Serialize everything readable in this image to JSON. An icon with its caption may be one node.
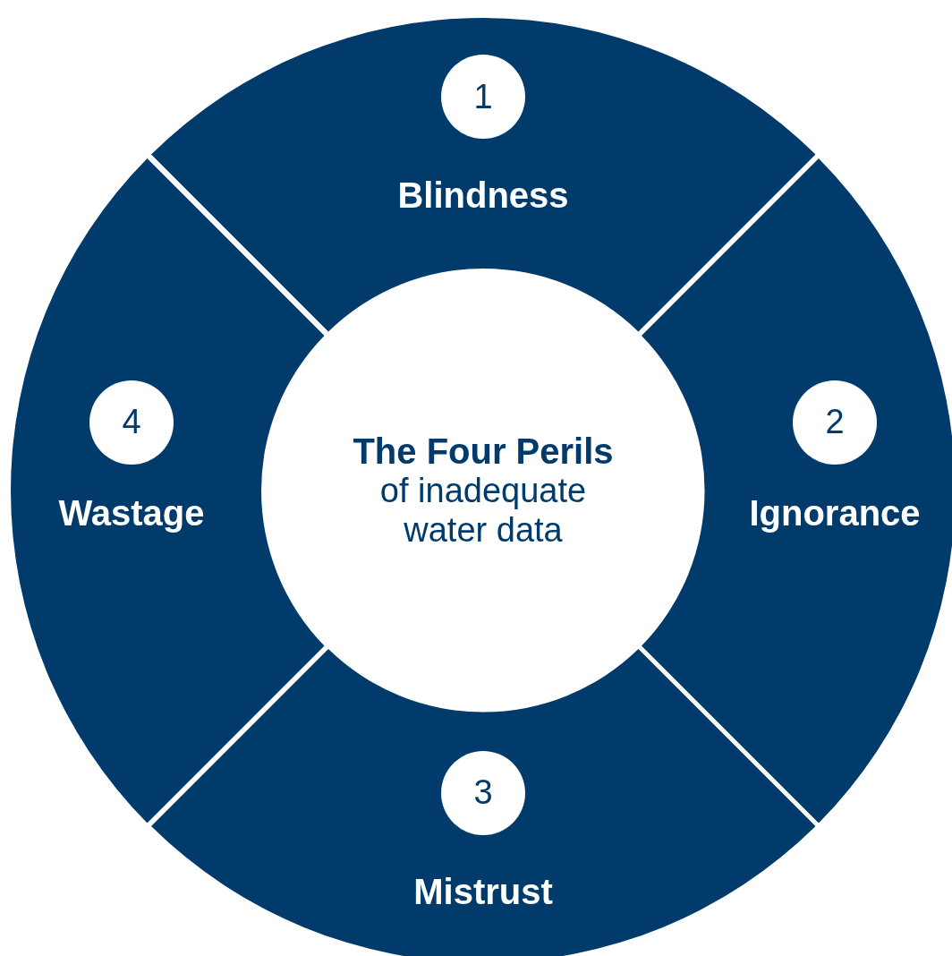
{
  "diagram": {
    "nodes": [
      {
        "text": [
          "The Four Perils",
          "of inadequate water data"
        ]
      },
      {
        "text": [
          "Blindness"
        ]
      },
      {
        "text": [
          "1"
        ],
        "in": 1
      },
      {
        "text": [
          "Ignorance"
        ]
      },
      {
        "text": [
          "2"
        ],
        "in": 3
      },
      {
        "text": [
          "Mistrust"
        ]
      },
      {
        "text": [
          "3"
        ],
        "in": 5
      },
      {
        "text": [
          "Wastage"
        ]
      },
      {
        "text": [
          "4"
        ],
        "in": 7
      }
    ]
  }
}
